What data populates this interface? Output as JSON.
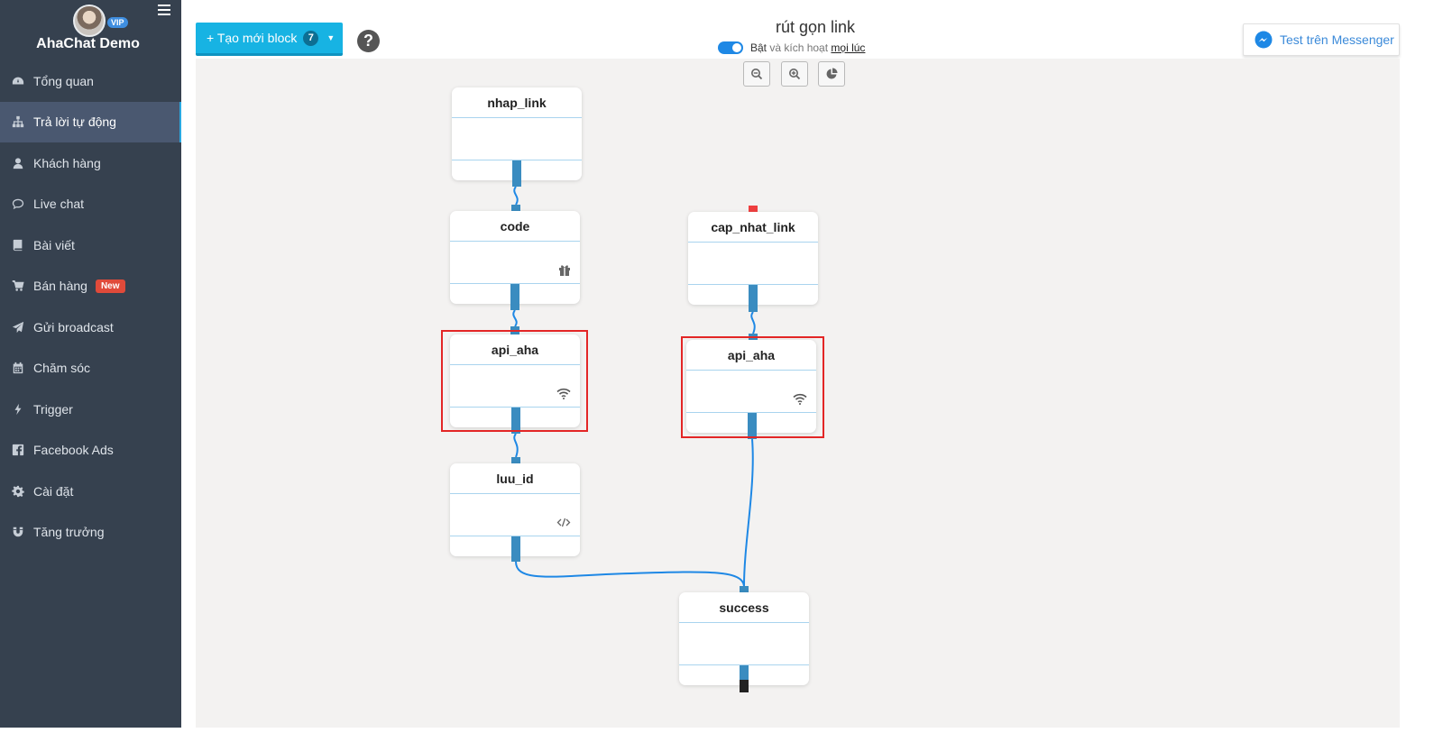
{
  "app": {
    "brand": "AhaChat Demo",
    "vip_badge": "VIP"
  },
  "sidebar": {
    "items": [
      {
        "label": "Tổng quan",
        "icon": "dashboard-icon"
      },
      {
        "label": "Trả lời tự động",
        "icon": "sitemap-icon",
        "active": true
      },
      {
        "label": "Khách hàng",
        "icon": "user-icon"
      },
      {
        "label": "Live chat",
        "icon": "chat-bubble-icon"
      },
      {
        "label": "Bài viết",
        "icon": "book-icon"
      },
      {
        "label": "Bán hàng",
        "icon": "cart-icon",
        "badge": "New"
      },
      {
        "label": "Gửi broadcast",
        "icon": "paper-plane-icon"
      },
      {
        "label": "Chăm sóc",
        "icon": "calendar-icon"
      },
      {
        "label": "Trigger",
        "icon": "bolt-icon"
      },
      {
        "label": "Facebook Ads",
        "icon": "facebook-icon"
      },
      {
        "label": "Cài đặt",
        "icon": "gear-icon"
      },
      {
        "label": "Tăng trưởng",
        "icon": "magnet-icon"
      }
    ]
  },
  "toolbar": {
    "create_label": "+ Tạo mới block",
    "create_count": "7",
    "help_symbol": "?"
  },
  "flow": {
    "title": "rút gọn link",
    "toggle_on": true,
    "toggle_prefix": "Bật",
    "toggle_middle": "và kích hoạt",
    "toggle_link": "mọi lúc"
  },
  "messenger": {
    "label": "Test trên Messenger"
  },
  "blocks": [
    {
      "id": "nhap_link",
      "title": "nhap_link",
      "icon": ""
    },
    {
      "id": "code",
      "title": "code",
      "icon": "gift-icon"
    },
    {
      "id": "api_aha_left",
      "title": "api_aha",
      "icon": "wifi-icon",
      "highlighted": true
    },
    {
      "id": "luu_id",
      "title": "luu_id",
      "icon": "code-icon"
    },
    {
      "id": "cap_nhat_link",
      "title": "cap_nhat_link",
      "icon": ""
    },
    {
      "id": "api_aha_right",
      "title": "api_aha",
      "icon": "wifi-icon",
      "highlighted": true
    },
    {
      "id": "success",
      "title": "success",
      "icon": ""
    }
  ],
  "colors": {
    "sidebar": "#36414f",
    "accent": "#17b3e3",
    "wire": "#1e88e5",
    "highlight": "#e32626"
  }
}
